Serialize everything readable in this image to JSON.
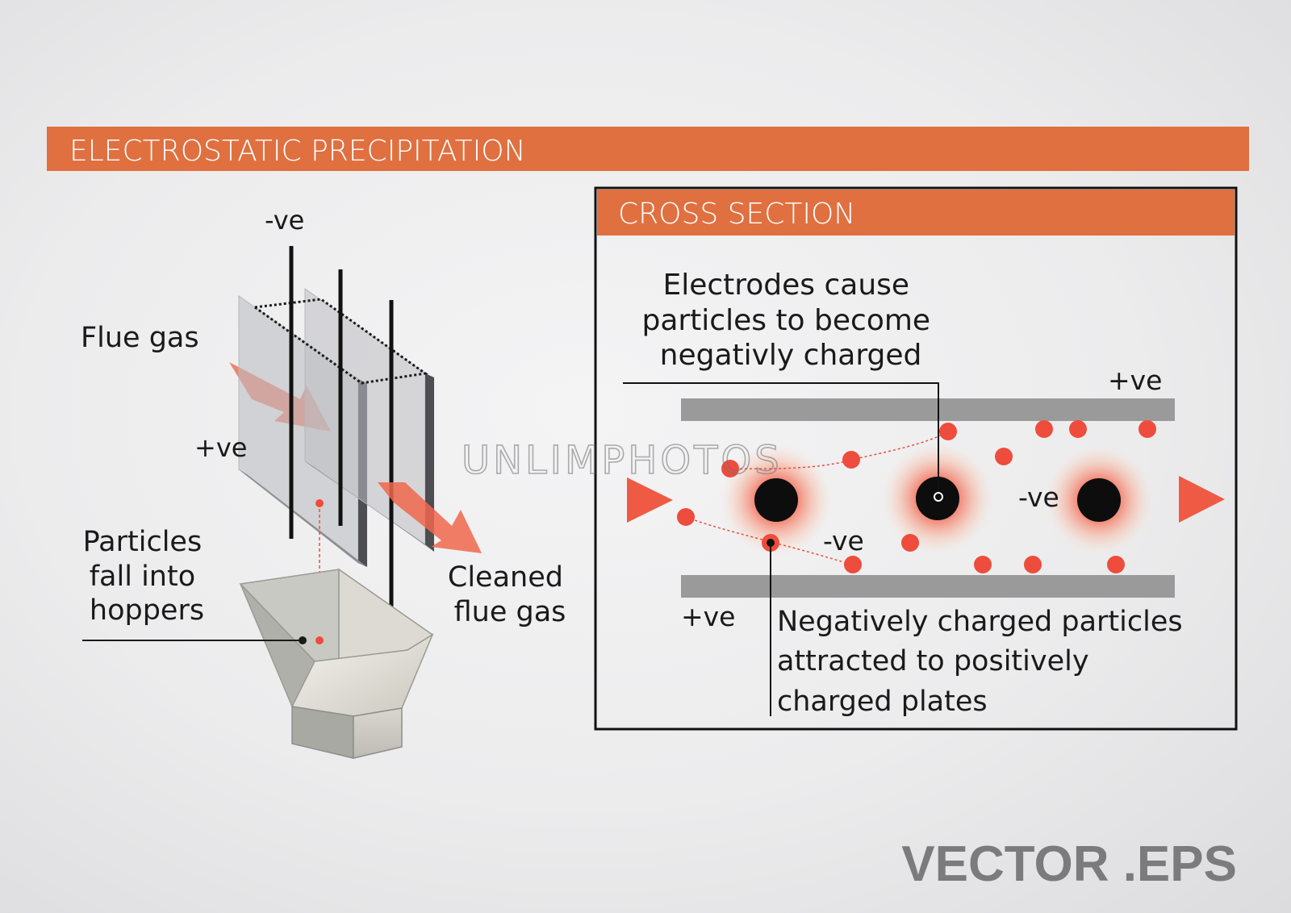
{
  "title": "ELECTROSTATIC PRECIPITATION",
  "colors": {
    "accent": "#e07040",
    "particle": "#ee4c3c",
    "plate": "#9a9a9a",
    "frame": "#111111"
  },
  "left_diagram": {
    "neg_label": "-ve",
    "pos_label": "+ve",
    "flue_gas": "Flue gas",
    "particles_fall": [
      "Particles",
      "fall into",
      "hoppers"
    ],
    "cleaned": [
      "Cleaned",
      "flue gas"
    ]
  },
  "cross_section": {
    "title": "CROSS SECTION",
    "electrodes_note": [
      "Electrodes cause",
      "particles to become",
      "negativly charged"
    ],
    "top_plate_label": "+ve",
    "bottom_plate_label": "+ve",
    "electrode_labels": [
      "-ve",
      "-ve"
    ],
    "attract_note": [
      "Negatively charged particles",
      "attracted to positively",
      "charged plates"
    ]
  },
  "watermark": "UNLIMPHOTOS",
  "footer_badge": "VECTOR .EPS"
}
